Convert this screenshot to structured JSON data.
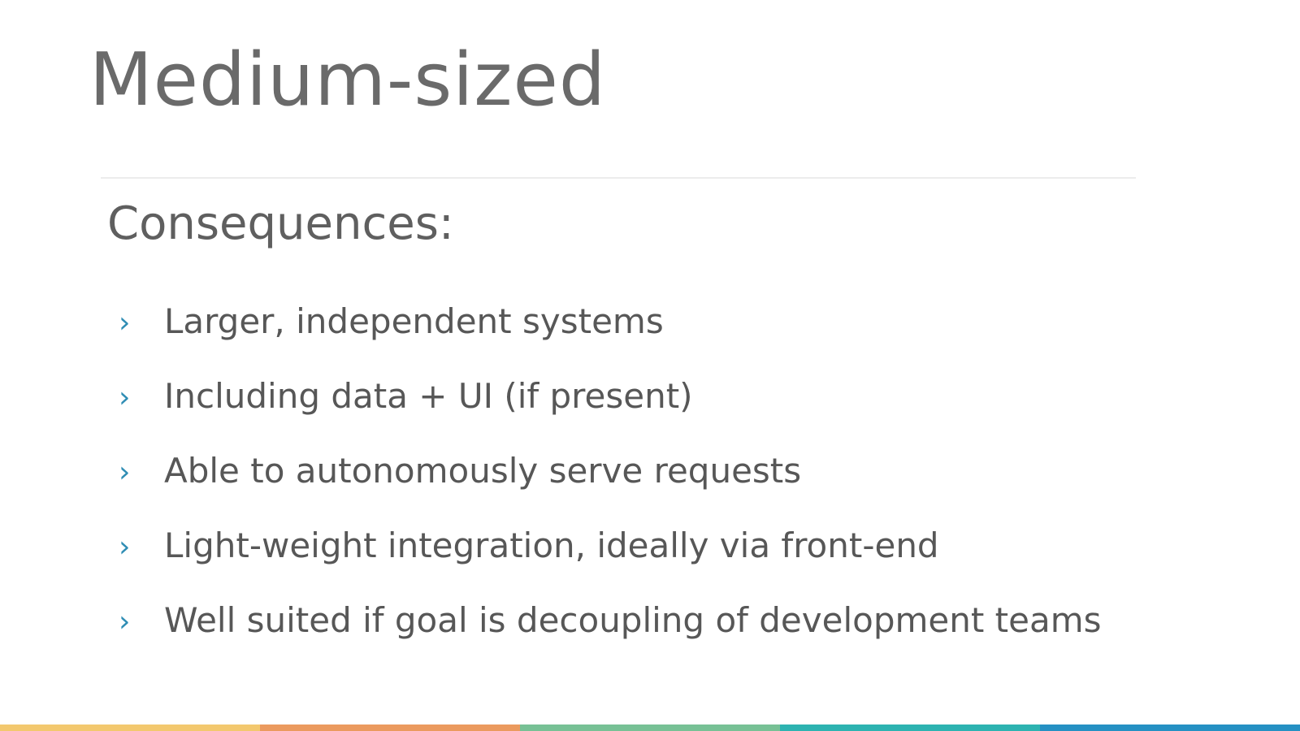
{
  "slide": {
    "title": "Medium-sized",
    "subheading": "Consequences:",
    "bullet_marker": "›",
    "bullets": [
      {
        "text": "Larger, independent systems"
      },
      {
        "text": "Including data + UI (if present)"
      },
      {
        "text": "Able to autonomously serve requests"
      },
      {
        "text": "Light-weight integration, ideally via front-end"
      },
      {
        "text": "Well suited if goal is decoupling of development teams"
      }
    ]
  },
  "theme": {
    "accent": "#2f8db4",
    "footer_colors": [
      "#f3c86e",
      "#eb9a5e",
      "#77c195",
      "#2db3b1",
      "#2590c3"
    ]
  }
}
